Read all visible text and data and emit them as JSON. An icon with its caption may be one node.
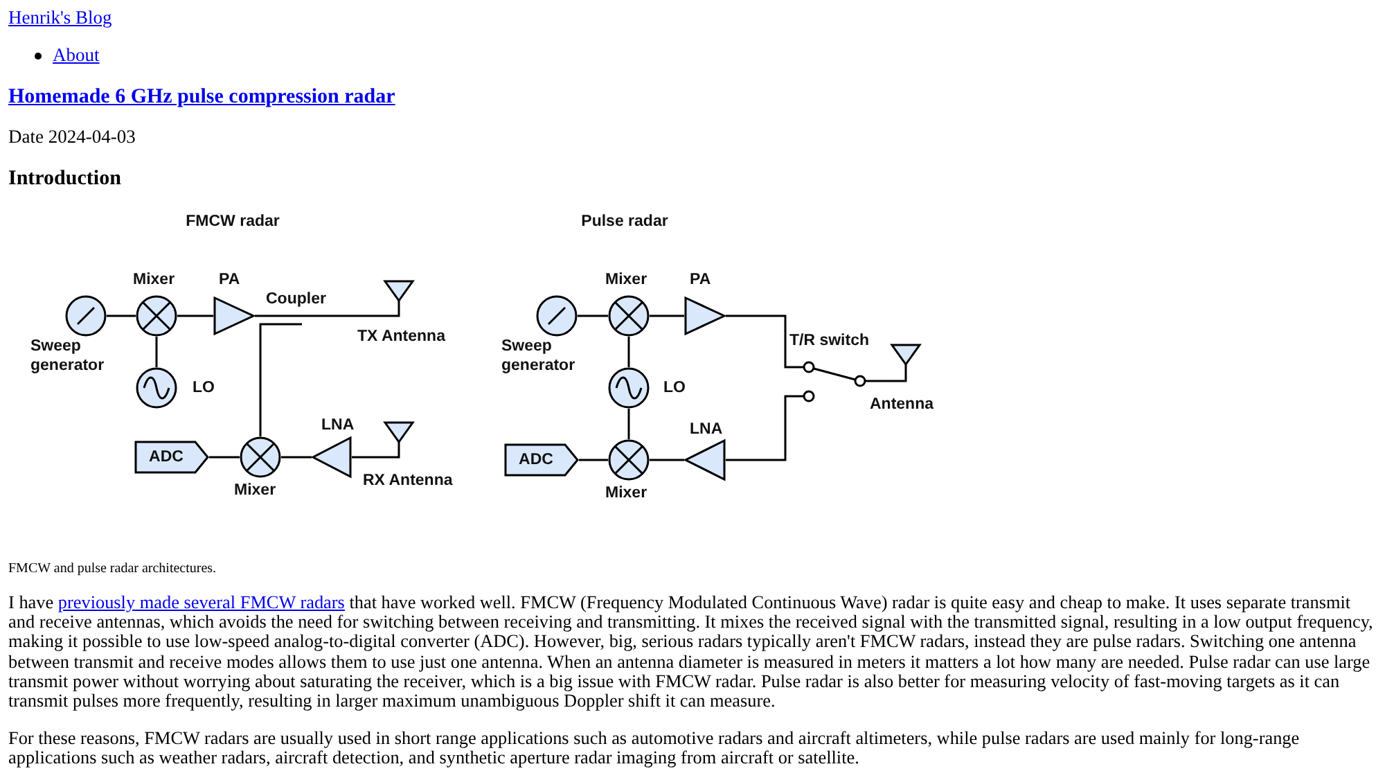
{
  "diagram": {
    "title": "Homemade 6 GHz pulse compression radar",
    "caption": "FMCW and pulse radar architectures.",
    "nodes": [
      {
        "text": [
          "Sweep generator"
        ]
      },
      {
        "text": [
          "Mixer"
        ]
      },
      {
        "text": [
          "LO"
        ]
      },
      {
        "text": [
          "PA"
        ]
      },
      {
        "text": [
          "Coupler"
        ]
      },
      {
        "text": [
          "TX Antenna"
        ]
      },
      {
        "text": [
          "ADC"
        ]
      },
      {
        "text": [
          "Mixer"
        ]
      },
      {
        "text": [
          "LNA"
        ]
      },
      {
        "text": [
          "RX Antenna"
        ]
      },
      {
        "text": [
          "Sweep generator"
        ]
      },
      {
        "text": [
          "Mixer"
        ]
      },
      {
        "text": [
          "LO"
        ]
      },
      {
        "text": [
          "PA"
        ]
      },
      {
        "text": [
          "T/R switch"
        ]
      },
      {
        "text": [
          "Antenna"
        ]
      },
      {
        "text": [
          "ADC"
        ]
      },
      {
        "text": [
          "Mixer"
        ]
      },
      {
        "text": [
          "LNA"
        ]
      }
    ],
    "edges": [
      {
        "from": 0,
        "to": 1,
        "arrow": "none"
      },
      {
        "from": 1,
        "to": 2,
        "arrow": "none"
      },
      {
        "from": 1,
        "to": 3,
        "arrow": "none"
      },
      {
        "from": 3,
        "to": 4,
        "arrow": "none"
      },
      {
        "from": 4,
        "to": 5,
        "arrow": "none"
      },
      {
        "from": 4,
        "to": 7,
        "arrow": "none"
      },
      {
        "from": 7,
        "to": 6,
        "arrow": "none"
      },
      {
        "from": 8,
        "to": 7,
        "arrow": "none"
      },
      {
        "from": 9,
        "to": 8,
        "arrow": "none"
      },
      {
        "from": 10,
        "to": 11,
        "arrow": "none"
      },
      {
        "from": 11,
        "to": 12,
        "arrow": "none"
      },
      {
        "from": 11,
        "to": 13,
        "arrow": "none"
      },
      {
        "from": 12,
        "to": 17,
        "arrow": "none"
      },
      {
        "from": 17,
        "to": 16,
        "arrow": "none"
      },
      {
        "from": 18,
        "to": 17,
        "arrow": "none"
      },
      {
        "from": 13,
        "to": 14,
        "arrow": "none"
      },
      {
        "from": 14,
        "to": 15,
        "arrow": "none"
      },
      {
        "from": 14,
        "to": 18,
        "arrow": "none"
      }
    ],
    "labels": [
      "Henrik's Blog",
      "About",
      "Date 2024-04-03",
      "Introduction",
      "FMCW radar",
      "Pulse radar",
      "I have",
      "previously made several FMCW radars",
      "that have worked well. FMCW (Frequency Modulated Continuous Wave) radar is quite easy and cheap to make. It uses separate transmit and receive antennas, which avoids the need for switching between receiving and transmitting. It mixes the received signal with the transmitted signal, resulting in a low output frequency, making it possible to use low-speed analog-to-digital converter (ADC). However, big, serious radars typically aren't FMCW radars, instead they are pulse radars. Switching one antenna between transmit and receive modes allows them to use just one antenna. When an antenna diameter is measured in meters it matters a lot how many are needed. Pulse radar can use large transmit power without worrying about saturating the receiver, which is a big issue with FMCW radar. Pulse radar is also better for measuring velocity of fast-moving targets as it can transmit pulses more frequently, resulting in larger maximum unambiguous Doppler shift it can measure.",
      "For these reasons, FMCW radars are usually used in short range applications such as automotive radars and aircraft altimeters, while pulse radars are used mainly for long-range applications such as weather radars, aircraft detection, and synthetic aperture radar imaging from aircraft or satellite."
    ]
  }
}
